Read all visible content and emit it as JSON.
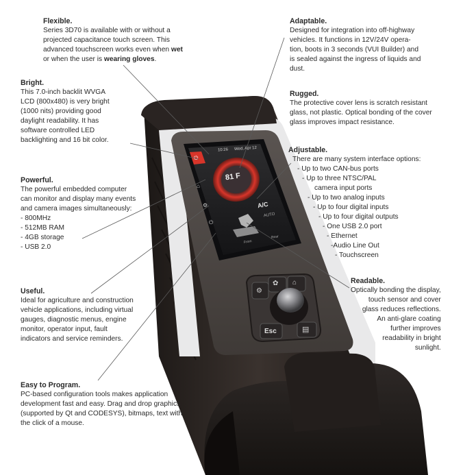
{
  "callouts": {
    "flexible": {
      "heading": "Flexible.",
      "line1": "Series 3D70 is available with or without a",
      "line2": "projected capacitance touch screen. This",
      "line3": "advanced touchscreen works even when ",
      "line3_bold": "wet",
      "line4": "or when the user is ",
      "line4_bold": "wearing gloves",
      "line4_end": "."
    },
    "bright": {
      "heading": "Bright.",
      "body": "This 7.0-inch backlit WVGA\nLCD (800x480) is very bright\n(1000 nits) providing good\ndaylight readability. It has\nsoftware controlled LED\nbacklighting and 16 bit color."
    },
    "powerful": {
      "heading": "Powerful.",
      "body": "The powerful embedded computer\ncan monitor and display many events\nand camera images simultaneously:",
      "items": [
        "- 800MHz",
        "- 512MB RAM",
        "- 4GB storage",
        "- USB 2.0"
      ]
    },
    "useful": {
      "heading": "Useful.",
      "body": "Ideal for agriculture and construction\nvehicle applications, including virtual\ngauges, diagnostic menus, engine\nmonitor, operator input, fault\nindicators and service reminders."
    },
    "easy": {
      "heading": "Easy to Program.",
      "body": "PC-based configuration tools makes application\ndevelopment fast and easy. Drag and drop graphics\n(supported by Qt and CODESYS), bitmaps, text with\nthe click of a mouse."
    },
    "adaptable": {
      "heading": "Adaptable.",
      "body": "Designed for integration into off-highway\nvehicles. It functions in 12V/24V opera-\ntion, boots in 3 seconds (VUI Builder) and\nis sealed against the ingress of liquids and\ndust."
    },
    "rugged": {
      "heading": "Rugged.",
      "body": "The protective cover lens is scratch resistant\nglass, not plastic. Optical bonding of the cover\nglass improves impact resistance."
    },
    "adjustable": {
      "heading": "Adjustable.",
      "body": "There are many system interface options:",
      "items": [
        "- Up to two CAN-bus ports",
        "- Up to three NTSC/PAL",
        "camera input ports",
        "- Up to two analog inputs",
        "- Up to four digital inputs",
        "- Up to four digital outputs",
        "- One USB 2.0 port",
        "- Ethernet",
        "-Audio Line Out",
        "- Touchscreen"
      ]
    },
    "readable": {
      "heading": "Readable.",
      "body": "Optically bonding the display,\ntouch sensor and cover\nglass reduces reflections.\nAn anti-glare coating\nfurther improves\nreadability in bright\nsunlight."
    }
  },
  "screen": {
    "time": "10:26",
    "date": "Wed, Apr 12",
    "temp": "81 F",
    "ac": "A/C",
    "auto": "AUTO",
    "from": "From",
    "rear": "Rear"
  },
  "keys": {
    "esc": "Esc"
  },
  "colors": {
    "accent": "#d8352a",
    "housing": "#2b2522",
    "bezel": "#4a4542"
  },
  "icons": [
    "power-icon",
    "fan-icon",
    "home-icon",
    "back-icon",
    "book-icon",
    "gear-icon",
    "rotary-knob"
  ]
}
